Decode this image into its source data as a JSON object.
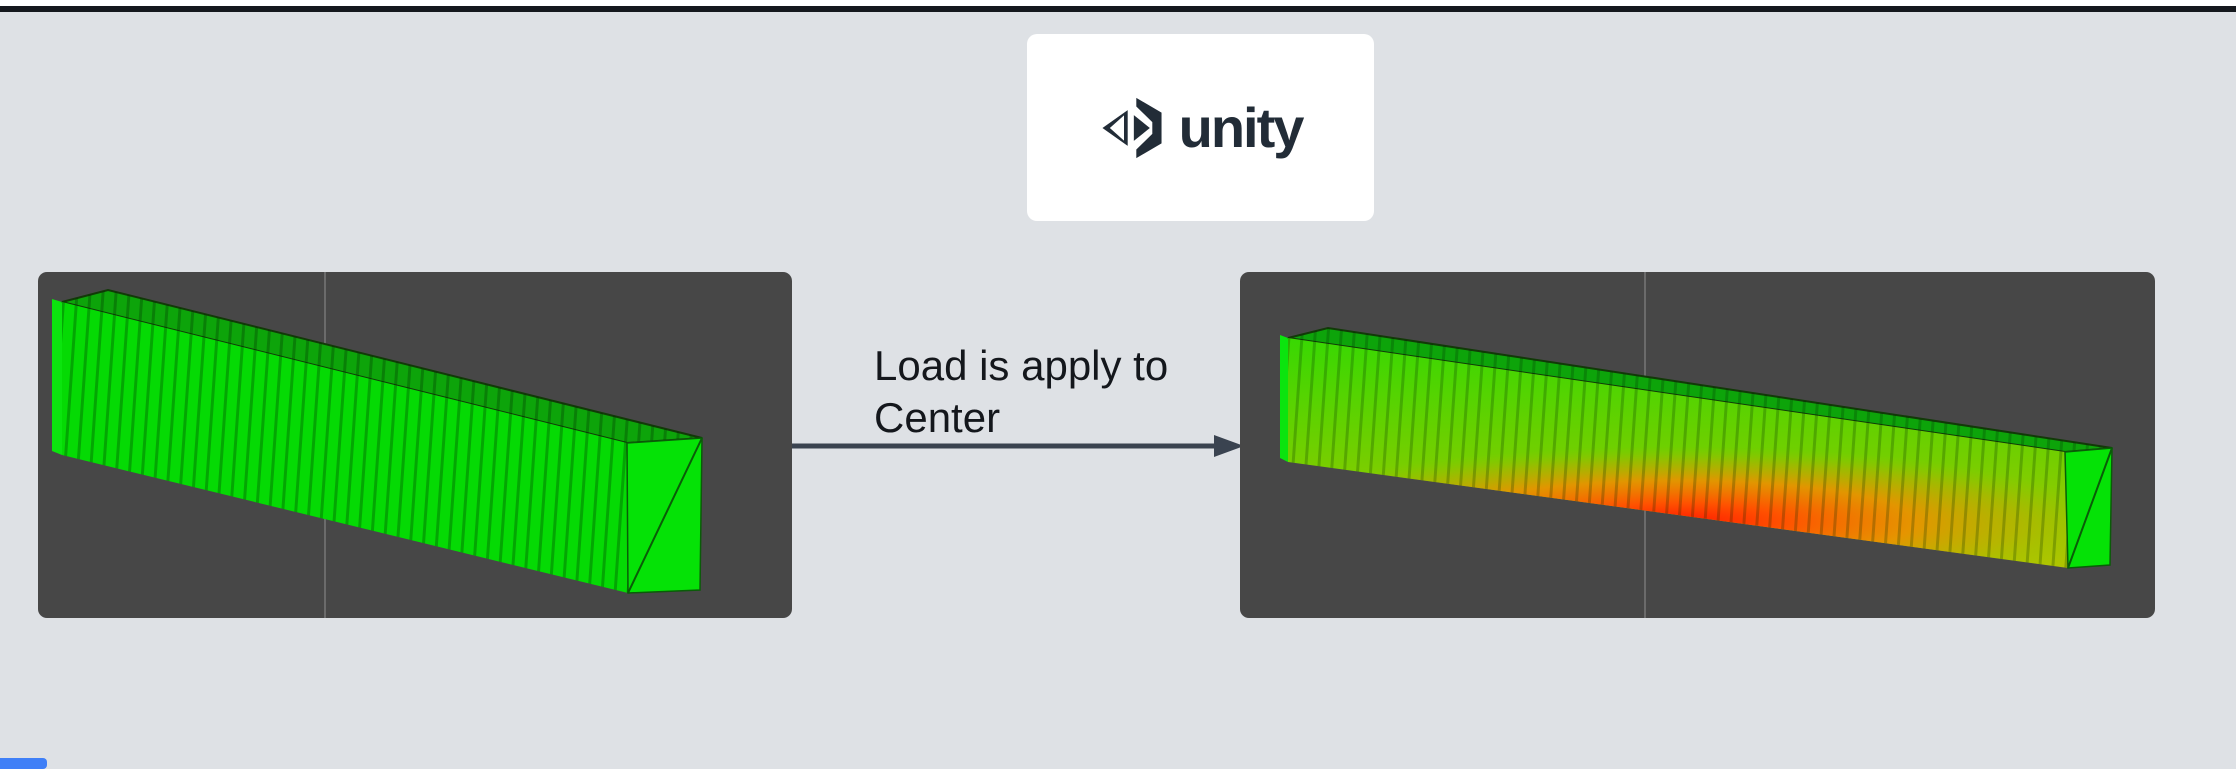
{
  "logo_card": {
    "brand": "unity"
  },
  "annotation": {
    "line1": "Load is apply to",
    "line2": "Center"
  },
  "icons": {
    "unity_cube": "unity-cube-icon",
    "arrow_right": "arrow-right"
  },
  "viewports": {
    "left_label": "",
    "right_label": ""
  },
  "colors": {
    "page_bg": "#dee1e5",
    "top_line": "#15181d",
    "card_bg": "#ffffff",
    "logo": "#222c37",
    "panel_bg": "#474747",
    "grid_line": "#8f8f8f",
    "beam_green": "#05da04",
    "beam_green_roof": "#0da40a",
    "beam_green_cap": "#05e206",
    "beam_green_sliver": "#0be40e",
    "gradient_top_green": "#38d802",
    "gradient_mid_green": "#71cf00",
    "gradient_bottom_yellow": "#b0c400",
    "stress_red": "#ff1a00",
    "stress_orange": "#ff5200",
    "stress_amber": "#f28c00",
    "arrow": "#3a4350",
    "label_text": "#14171c",
    "bottom_accent": "#3f7ff7"
  }
}
